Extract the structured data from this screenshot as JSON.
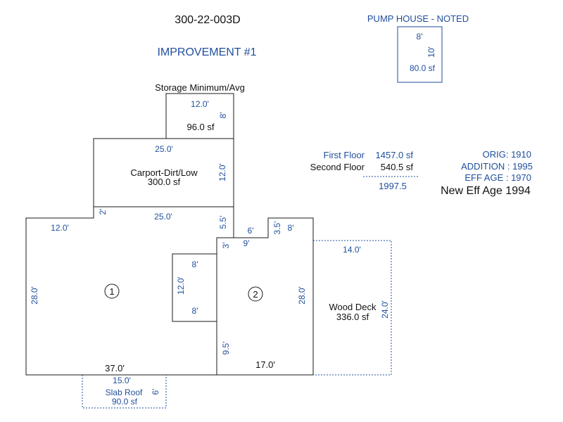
{
  "parcel_id": "300-22-003D",
  "improvement_title": "IMPROVEMENT #1",
  "pump_house": {
    "title": "PUMP HOUSE - NOTED",
    "width": "8'",
    "depth": "10'",
    "area": "80.0 sf"
  },
  "storage": {
    "title": "Storage Minimum/Avg",
    "width": "12.0'",
    "depth": "8'",
    "area": "96.0 sf"
  },
  "carport": {
    "width": "25.0'",
    "name": "Carport-Dirt/Low",
    "area": "300.0 sf",
    "depth": "12.0'"
  },
  "main_dims": {
    "d_2": "2'",
    "d_25": "25.0'",
    "d_5_5": "5.5'",
    "d_12_top": "12.0'",
    "d_6": "6'",
    "d_3_5": "3.5'",
    "d_8_top": "8'",
    "d_9": "9'",
    "d_3": "3'",
    "d_28_left": "28.0'",
    "d_8_a": "8'",
    "d_12_mid": "12.0'",
    "d_8_b": "8'",
    "d_28_right": "28.0'",
    "d_9_5": "9.5'",
    "d_37": "37.0'",
    "d_17": "17.0'",
    "unit_1": "1",
    "unit_2": "2"
  },
  "wood_deck": {
    "width": "14.0'",
    "name": "Wood Deck",
    "area": "336.0 sf",
    "depth": "24.0'"
  },
  "slab_roof": {
    "width": "15.0'",
    "name": "Slab Roof",
    "depth": "6'",
    "area": "90.0 sf"
  },
  "areas": {
    "first_floor_label": "First Floor",
    "first_floor_value": "1457.0 sf",
    "second_floor_label": "Second Floor",
    "second_floor_value": "540.5 sf",
    "total": "1997.5"
  },
  "ages": {
    "orig": "ORIG: 1910",
    "addition": "ADDITION : 1995",
    "eff_age": "EFF AGE : 1970",
    "new_eff_age": "New Eff Age 1994"
  },
  "colors": {
    "dimension_blue": "#1f4e9c",
    "line_black": "#1a1a1a"
  }
}
